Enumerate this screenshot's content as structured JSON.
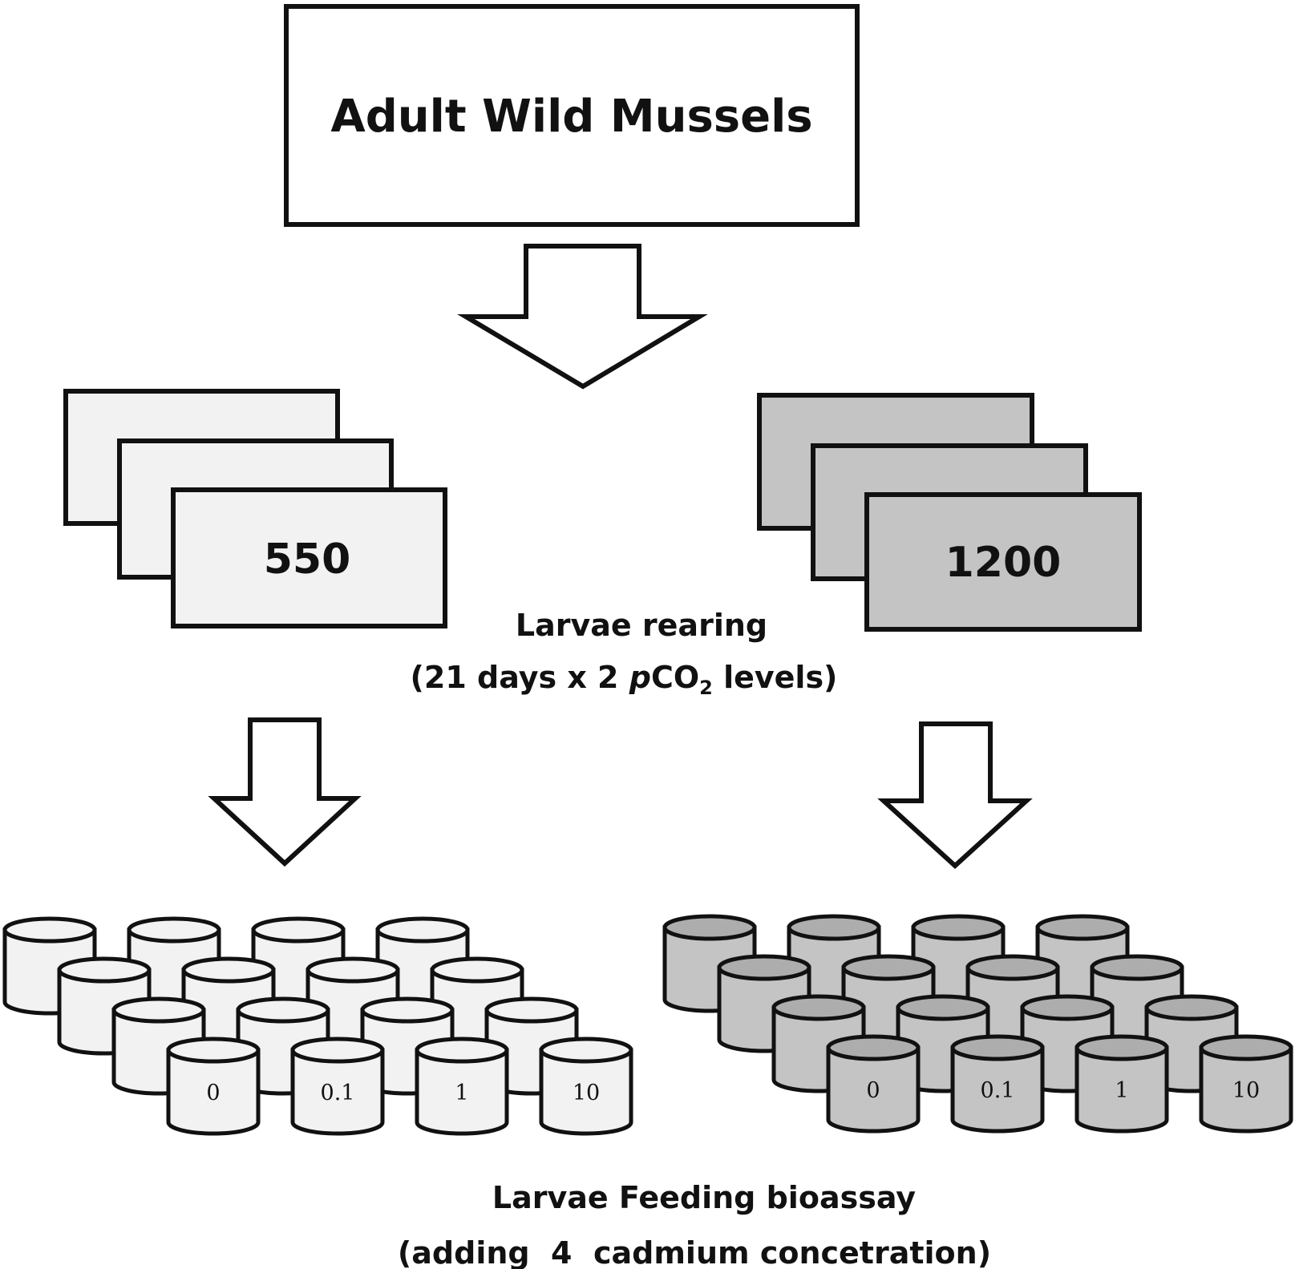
{
  "title_box": {
    "label": "Adult Wild Mussels"
  },
  "left_group": {
    "label": "550",
    "fill": "#f2f2f2",
    "can_top_fill": "#f2f2f2"
  },
  "right_group": {
    "label": "1200",
    "fill": "#c4c4c4",
    "can_top_fill": "#adadad"
  },
  "rearing": {
    "line1": "Larvae rearing",
    "line2_prefix": "(21 days x 2 ",
    "line2_italic": "p",
    "line2_co": "CO",
    "line2_sub": "2",
    "line2_suffix": " levels)"
  },
  "cadmium_levels": [
    "0",
    "0.1",
    "1",
    "10"
  ],
  "bioassay": {
    "line1": "Larvae Feeding bioassay",
    "line2": "(adding  4  cadmium concetration)"
  },
  "colors": {
    "stroke": "#111111",
    "background": "#ffffff"
  }
}
